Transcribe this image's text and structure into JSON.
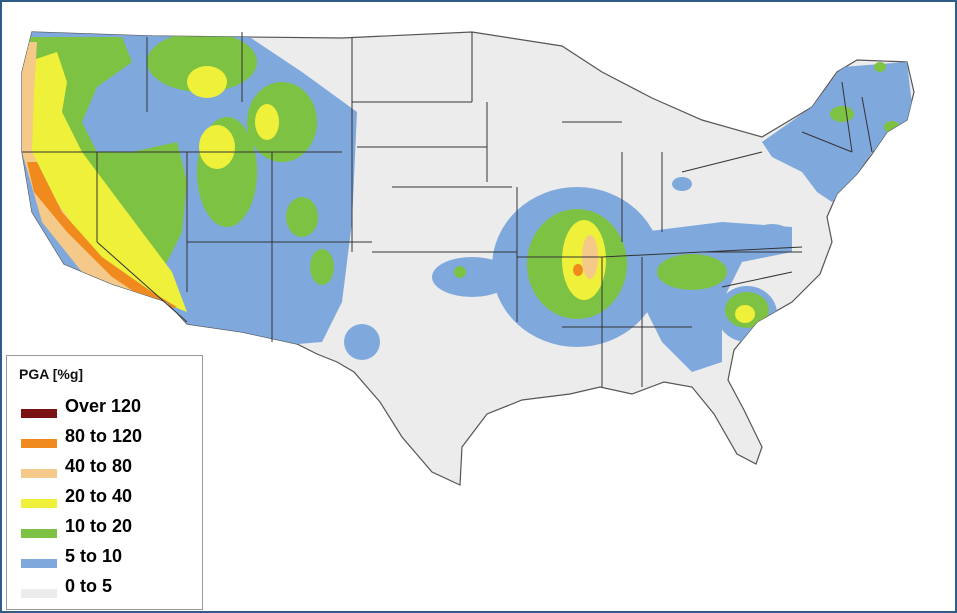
{
  "legend": {
    "title": "PGA [%g]",
    "items": [
      {
        "label": "Over 120",
        "color": "#7a1414"
      },
      {
        "label": "80 to 120",
        "color": "#f08a1e"
      },
      {
        "label": "40 to 80",
        "color": "#f5c98a"
      },
      {
        "label": "20 to 40",
        "color": "#eef03a"
      },
      {
        "label": "10 to 20",
        "color": "#7dc242"
      },
      {
        "label": "5 to 10",
        "color": "#7fa8dc"
      },
      {
        "label": "0 to 5",
        "color": "#ececec"
      }
    ]
  },
  "colors": {
    "frame_border": "#2f5d88",
    "state_lines": "#333333",
    "land_background": "#ececec"
  }
}
